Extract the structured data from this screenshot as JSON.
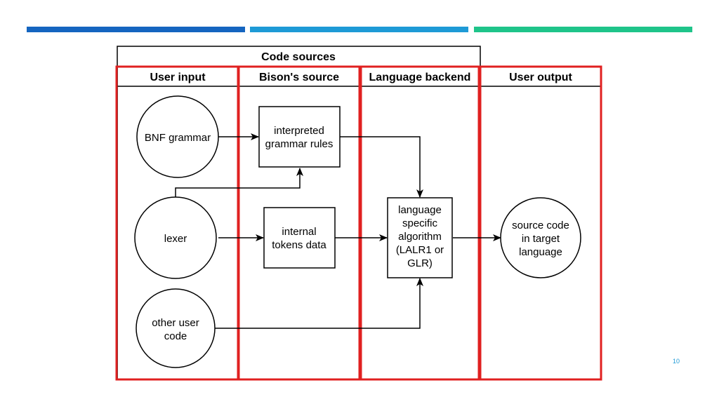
{
  "colors": {
    "bar_left": "#1565c0",
    "bar_middle": "#1e9ad6",
    "bar_right": "#1fc48a",
    "lane_highlight": "#e02020",
    "slide_number": "#1e9ad6"
  },
  "diagram": {
    "group_title": "Code sources",
    "lanes": [
      {
        "id": "user_input",
        "label": "User input"
      },
      {
        "id": "bison_source",
        "label": "Bison's source"
      },
      {
        "id": "language_backend",
        "label": "Language backend"
      },
      {
        "id": "user_output",
        "label": "User output"
      }
    ],
    "nodes": [
      {
        "id": "bnf",
        "shape": "circle",
        "lines": [
          "BNF grammar"
        ]
      },
      {
        "id": "lexer",
        "shape": "circle",
        "lines": [
          "lexer"
        ]
      },
      {
        "id": "other",
        "shape": "circle",
        "lines": [
          "other user",
          "code"
        ]
      },
      {
        "id": "interpreted",
        "shape": "box",
        "lines": [
          "interpreted",
          "grammar rules"
        ]
      },
      {
        "id": "tokens",
        "shape": "box",
        "lines": [
          "internal",
          "tokens data"
        ]
      },
      {
        "id": "algo",
        "shape": "box",
        "lines": [
          "language",
          "specific",
          "algorithm",
          "(LALR1 or",
          "GLR)"
        ]
      },
      {
        "id": "target",
        "shape": "circle",
        "lines": [
          "source code",
          "in target",
          "language"
        ]
      }
    ],
    "edges": [
      {
        "from": "bnf",
        "to": "interpreted"
      },
      {
        "from": "lexer",
        "to": "interpreted"
      },
      {
        "from": "lexer",
        "to": "tokens"
      },
      {
        "from": "interpreted",
        "to": "algo"
      },
      {
        "from": "tokens",
        "to": "algo"
      },
      {
        "from": "other",
        "to": "algo"
      },
      {
        "from": "algo",
        "to": "target"
      }
    ]
  },
  "slide_number": "10"
}
